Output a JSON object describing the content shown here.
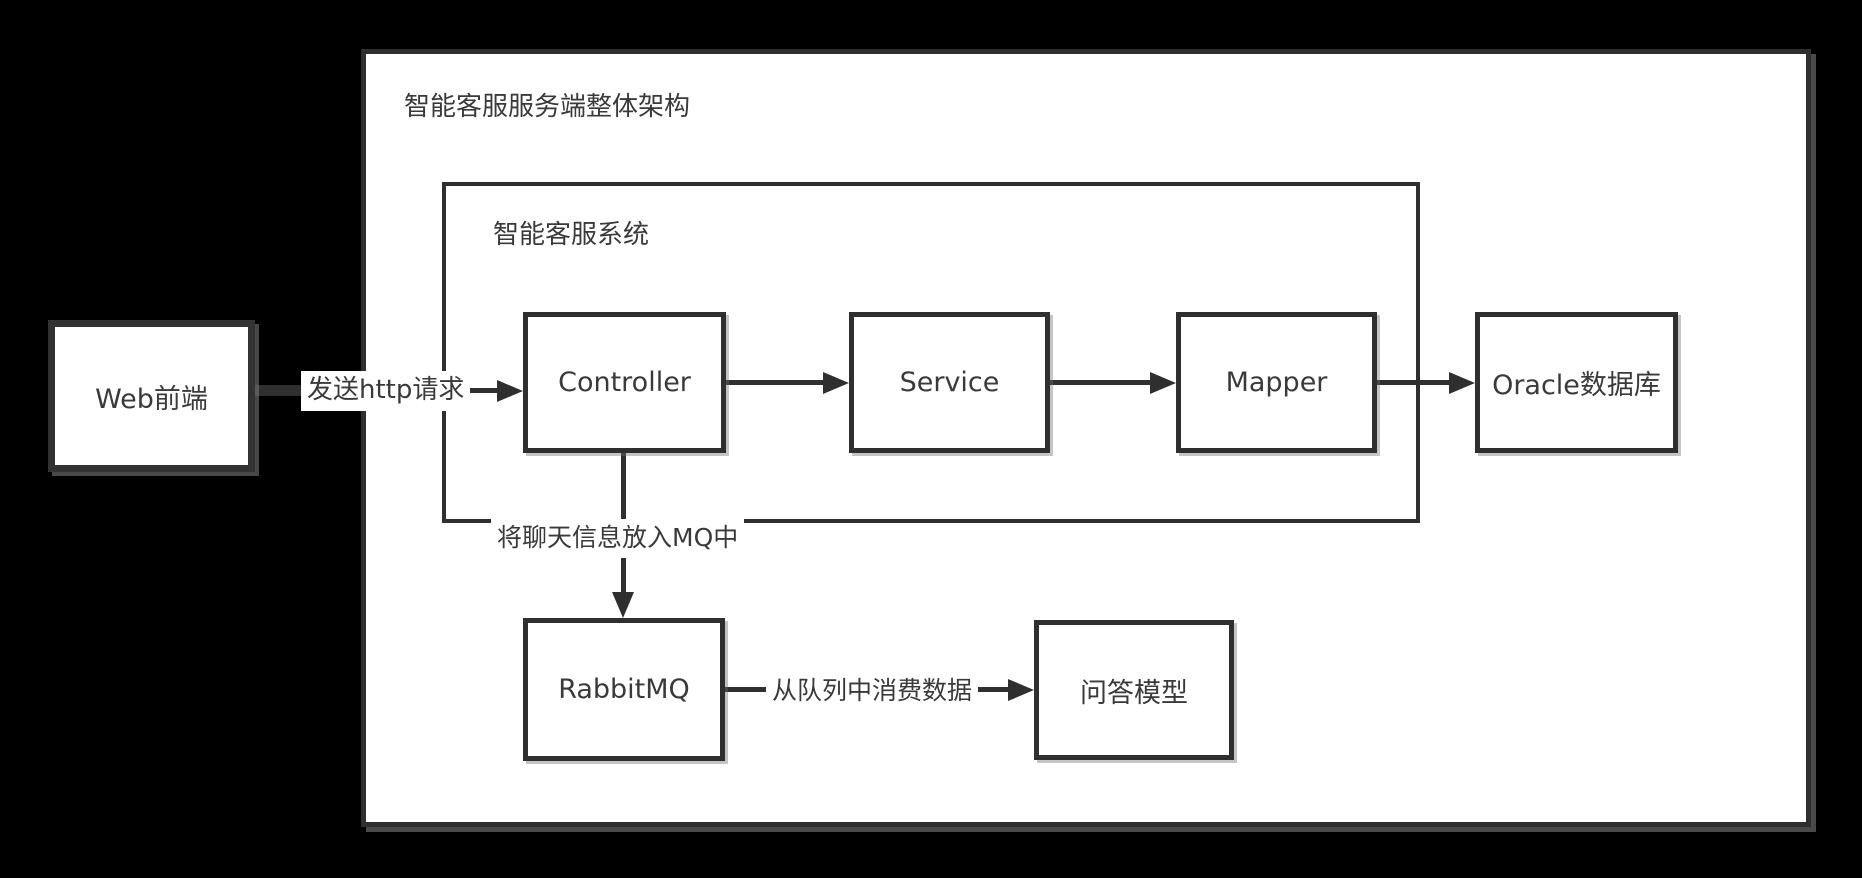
{
  "colors": {
    "background": "#000000",
    "box_fill": "#ffffff",
    "line": "#2f2f2f",
    "text": "#3a3a3a"
  },
  "titles": {
    "outer": "智能客服服务端整体架构",
    "inner": "智能客服系统"
  },
  "nodes": [
    {
      "id": "web-frontend",
      "label": "Web前端"
    },
    {
      "id": "controller",
      "label": "Controller"
    },
    {
      "id": "service",
      "label": "Service"
    },
    {
      "id": "mapper",
      "label": "Mapper"
    },
    {
      "id": "oracle-db",
      "label": "Oracle数据库"
    },
    {
      "id": "rabbitmq",
      "label": "RabbitMQ"
    },
    {
      "id": "qa-model",
      "label": "问答模型"
    }
  ],
  "edges": [
    {
      "from": "web-frontend",
      "to": "controller",
      "label": "发送http请求"
    },
    {
      "from": "controller",
      "to": "service",
      "label": ""
    },
    {
      "from": "service",
      "to": "mapper",
      "label": ""
    },
    {
      "from": "mapper",
      "to": "oracle-db",
      "label": ""
    },
    {
      "from": "controller",
      "to": "rabbitmq",
      "label": "将聊天信息放入MQ中"
    },
    {
      "from": "rabbitmq",
      "to": "qa-model",
      "label": "从队列中消费数据"
    }
  ]
}
